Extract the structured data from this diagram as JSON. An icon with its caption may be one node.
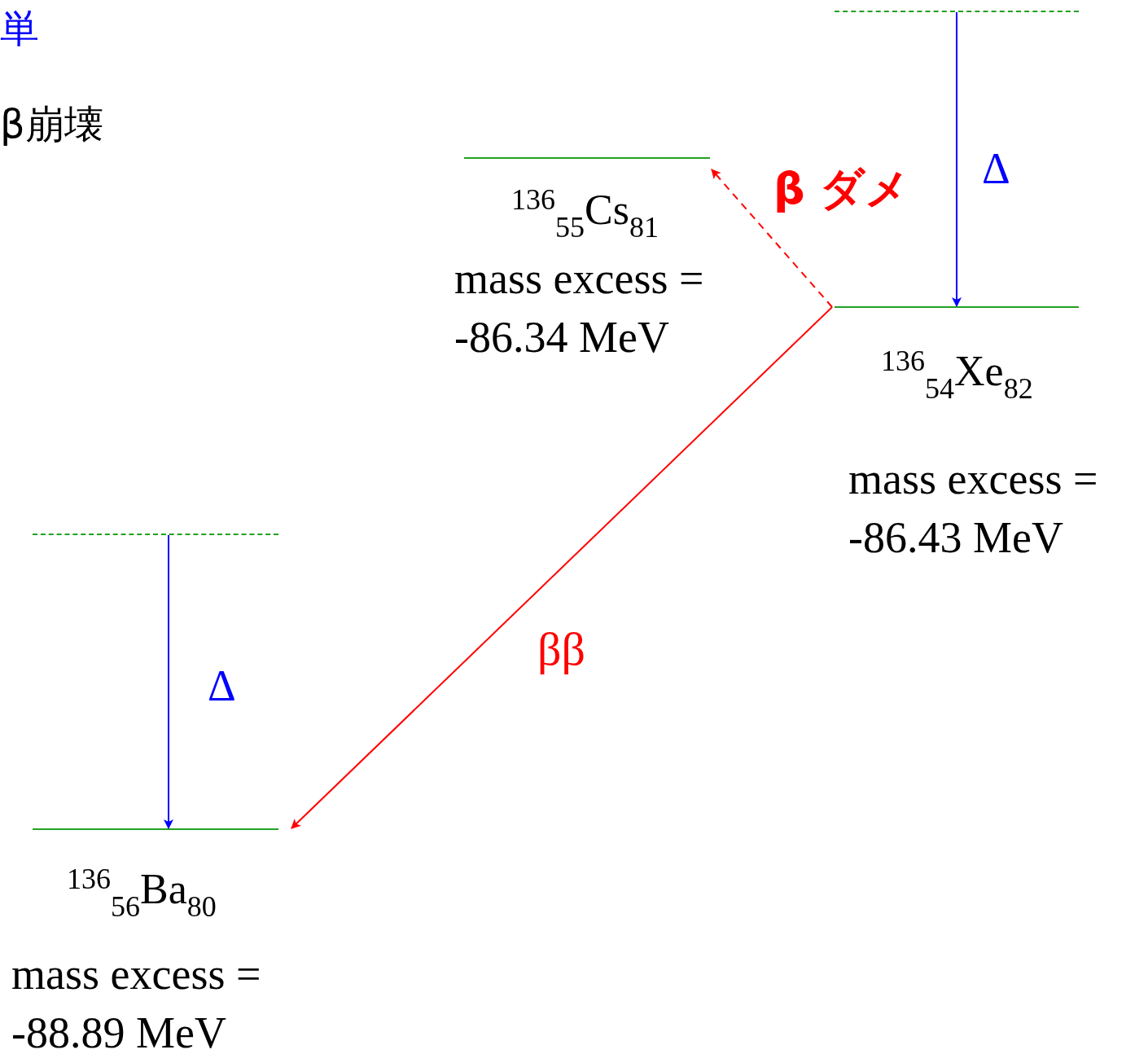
{
  "diagram": {
    "nodes": [
      {
        "text": [],
        "shape": "bar"
      },
      {
        "text": [],
        "shape": "bar",
        "beside": [
          "$^{136}$$_{55}$Cs$_{81}$",
          "mass excess = -86.34 MeV"
        ]
      },
      {
        "text": [],
        "shape": "bar",
        "beside": [
          "$^{136}$$_{54}$Xe$_{82}$",
          "mass excess = -86.43 MeV"
        ]
      },
      {
        "text": [],
        "shape": "bar"
      },
      {
        "text": [],
        "shape": "bar",
        "beside": [
          "$^{136}$$_{56}$Ba$_{80}$",
          "mass excess = -88.89 MeV"
        ]
      }
    ],
    "edges": [
      {
        "from": 0,
        "to": 2,
        "arrow": "to",
        "label": "Δ",
        "color": "#0000ff"
      },
      {
        "from": 2,
        "to": 1,
        "arrow": "to",
        "label": "β ダメ",
        "style": "dashed",
        "color": "#ff0000"
      },
      {
        "from": 2,
        "to": 4,
        "arrow": "to",
        "label": "ββ",
        "color": "#ff0000"
      },
      {
        "from": 3,
        "to": 4,
        "arrow": "to",
        "label": "Δ",
        "color": "#0000ff"
      }
    ],
    "labels": [
      "単",
      "β崩壊"
    ]
  }
}
